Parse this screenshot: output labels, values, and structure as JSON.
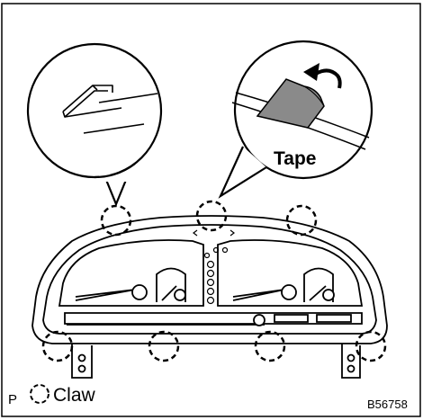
{
  "labels": {
    "tape": "Tape",
    "page_marker": "P",
    "legend_claw": "Claw",
    "figure_code": "B56758"
  },
  "legend": {
    "symbol": "dashed-circle"
  },
  "colors": {
    "line": "#000000",
    "tape_fill": "#8a8a8a",
    "background": "#ffffff"
  }
}
